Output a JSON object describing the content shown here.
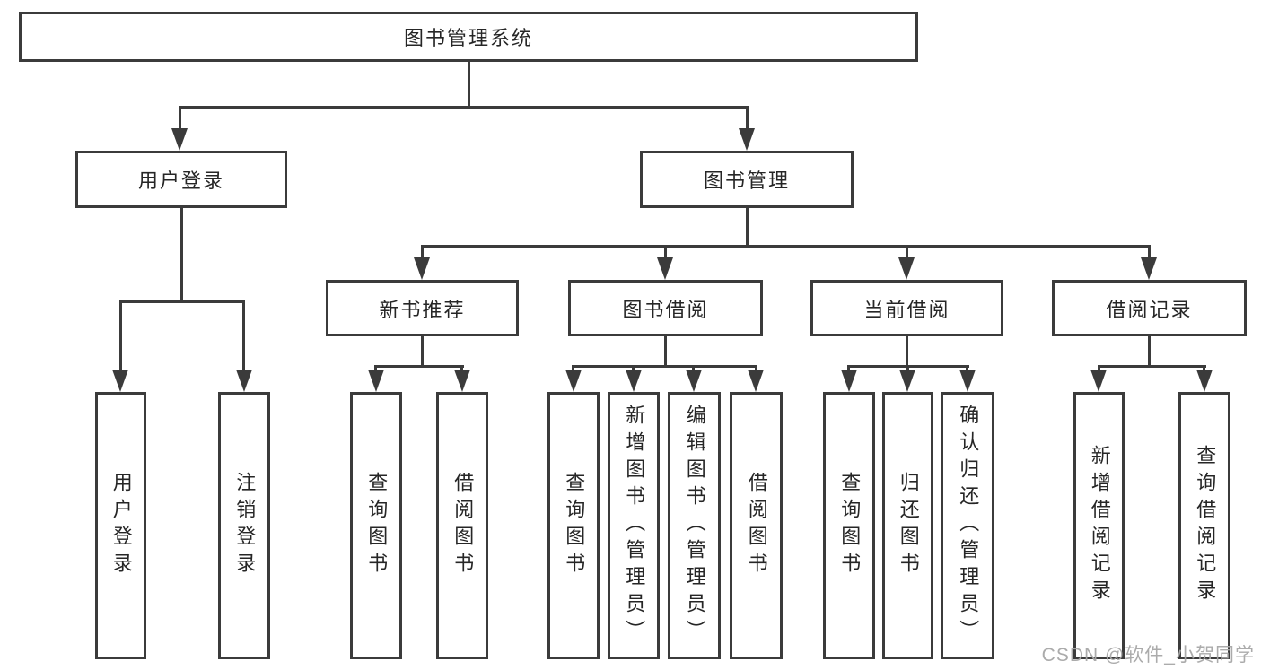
{
  "nodes": {
    "root": "图书管理系统",
    "level2": [
      {
        "label": "用户登录"
      },
      {
        "label": "图书管理"
      }
    ],
    "level3": [
      {
        "label": "新书推荐"
      },
      {
        "label": "图书借阅"
      },
      {
        "label": "当前借阅"
      },
      {
        "label": "借阅记录"
      }
    ],
    "leaves": [
      {
        "label": "用户登录"
      },
      {
        "label": "注销登录"
      },
      {
        "label": "查询图书"
      },
      {
        "label": "借阅图书"
      },
      {
        "label": "查询图书"
      },
      {
        "label": "新增图书（管理员）"
      },
      {
        "label": "编辑图书（管理员）"
      },
      {
        "label": "借阅图书"
      },
      {
        "label": "查询图书"
      },
      {
        "label": "归还图书"
      },
      {
        "label": "确认归还（管理员）"
      },
      {
        "label": "新增借阅记录"
      },
      {
        "label": "查询借阅记录"
      }
    ]
  },
  "watermark": {
    "text": "CSDN @软件_小贺同学"
  },
  "colors": {
    "line": "#3b3b3b",
    "text": "#262626",
    "background": "#ffffff",
    "watermark": "#a6a6a6"
  }
}
